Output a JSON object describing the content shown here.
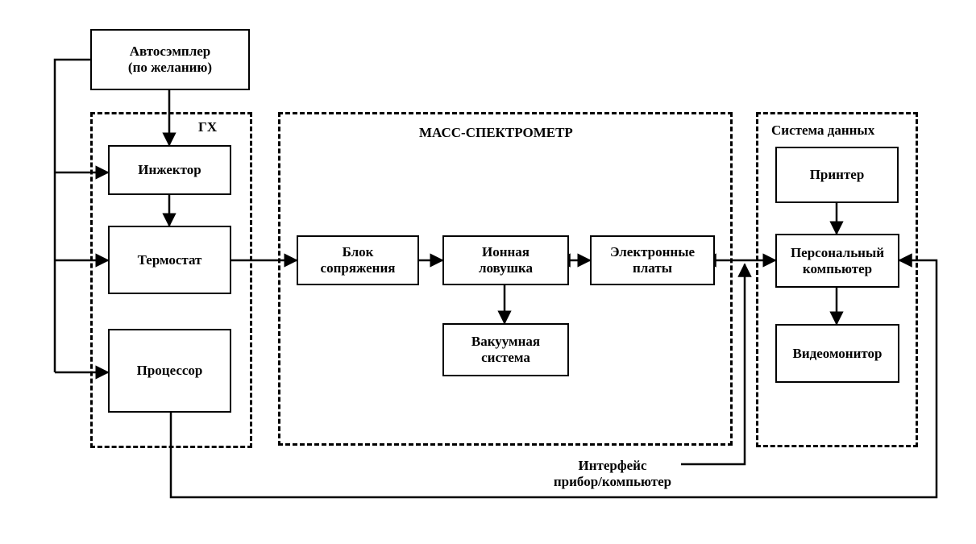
{
  "groups": {
    "gc": "ГХ",
    "ms": "МАСС-СПЕКТРОМЕТР",
    "data_system": "Система данных"
  },
  "blocks": {
    "autosampler": "Автосэмплер\n(по желанию)",
    "injector": "Инжектор",
    "thermostat": "Термостат",
    "processor": "Процессор",
    "interface_unit": "Блок\nсопряжения",
    "ion_trap": "Ионная\nловушка",
    "vacuum_system": "Вакуумная\nсистема",
    "electronics": "Электронные\nплаты",
    "printer": "Принтер",
    "pc": "Персональный\nкомпьютер",
    "monitor": "Видеомонитор"
  },
  "annotation": "Интерфейс\nприбор/компьютер",
  "colors": {
    "line": "#000000",
    "background": "#ffffff"
  }
}
